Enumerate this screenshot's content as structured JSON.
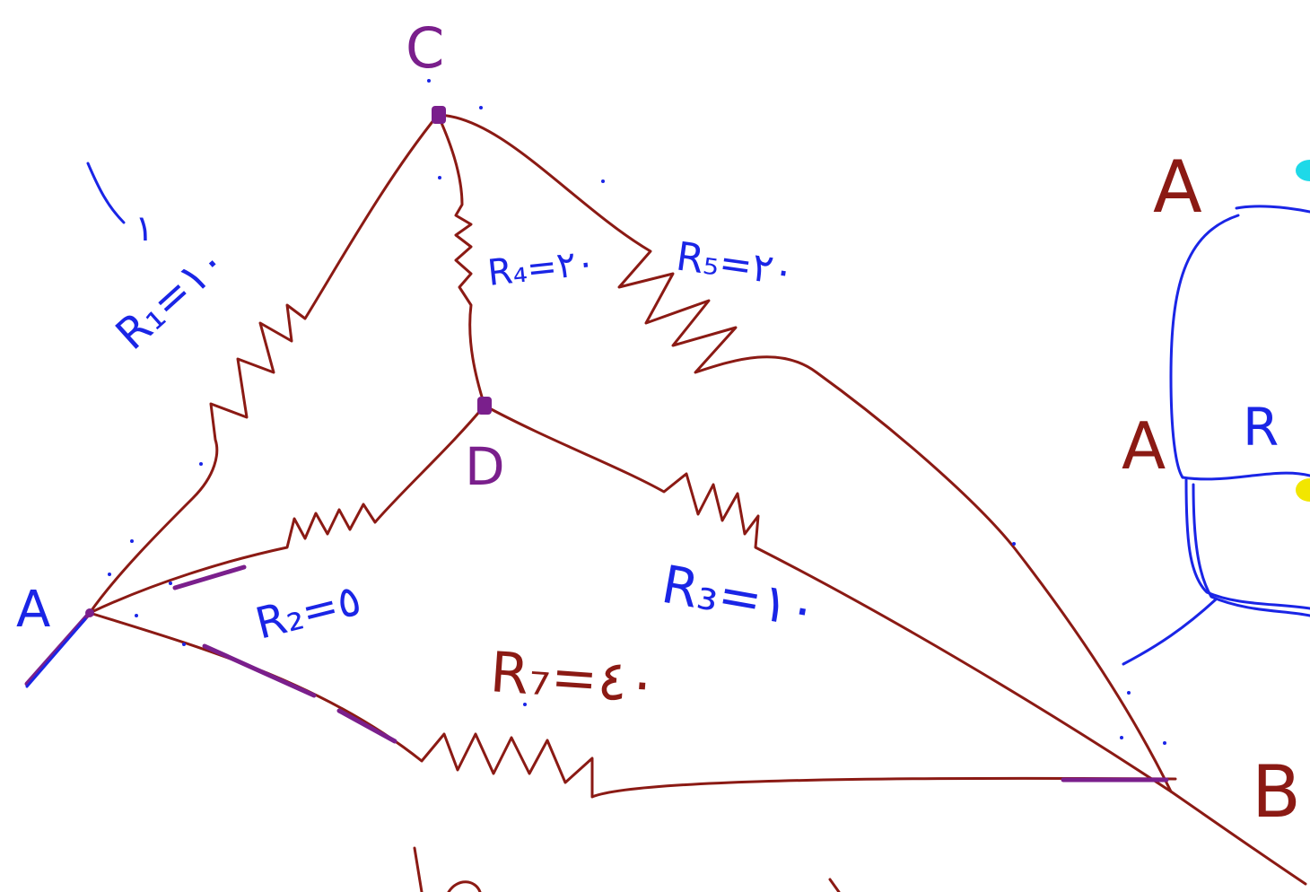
{
  "colors": {
    "wire": "#8b1a14",
    "node": "#7a1f8c",
    "highlight": "#7a1f8c",
    "annotation": "#1a25e6",
    "accent_cyan": "#1ed9e8",
    "accent_yellow": "#f2e600"
  },
  "nodes": {
    "A": "A",
    "B": "B",
    "C": "C",
    "D": "D"
  },
  "resistors": {
    "R1": "R₁=١٠",
    "R2": "R₂=٥",
    "R3": "R₃=١٠",
    "R4": "R₄=٢٠",
    "R5": "R₅=٢٠",
    "R7": "R₇=٤٠"
  },
  "side_panel": {
    "label_a_top": "A",
    "label_a_mid": "A",
    "label_r": "R"
  },
  "marks": {
    "one": "١"
  }
}
